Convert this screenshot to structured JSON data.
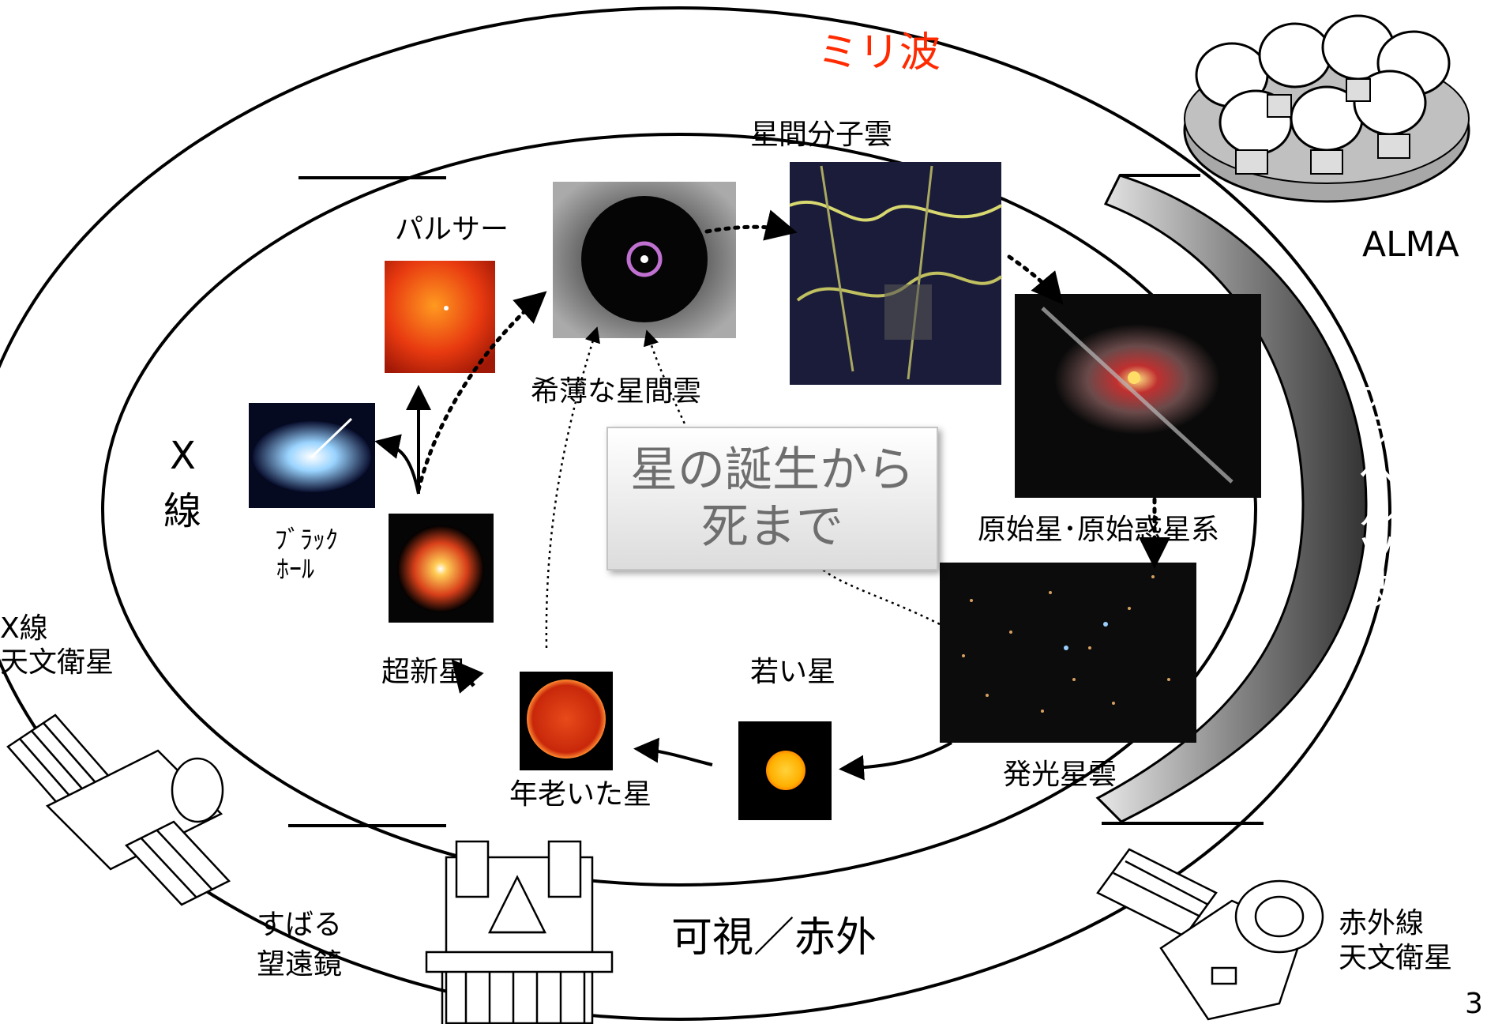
{
  "bands": {
    "millimeter": "ミリ波",
    "terahertz": "テラヘルツ波",
    "xray_line1": "X",
    "xray_line2": "線",
    "visible_ir": "可視／赤外"
  },
  "callout": {
    "line1": "星の誕生から",
    "line2": "死まで"
  },
  "stages": {
    "molecular_cloud": "星間分子雲",
    "protostar": "原始星･原始惑星系",
    "emission_nebula": "発光星雲",
    "young_star": "若い星",
    "old_star": "年老いた星",
    "supernova": "超新星",
    "black_hole_line1": "ﾌﾞﾗｯｸ",
    "black_hole_line2": "ﾎｰﾙ",
    "pulsar": "パルサー",
    "diffuse_cloud": "希薄な星間雲"
  },
  "instruments": {
    "alma": "ALMA",
    "xray_sat_line1": "X線",
    "xray_sat_line2": "天文衛星",
    "subaru_line1": "すばる",
    "subaru_line2": "望遠鏡",
    "ir_sat_line1": "赤外線",
    "ir_sat_line2": "天文衛星"
  },
  "page_number": "3",
  "colors": {
    "millimeter_label": "#ff2a00",
    "terahertz_band": "#555555",
    "callout_text": "#6e6e6e"
  }
}
